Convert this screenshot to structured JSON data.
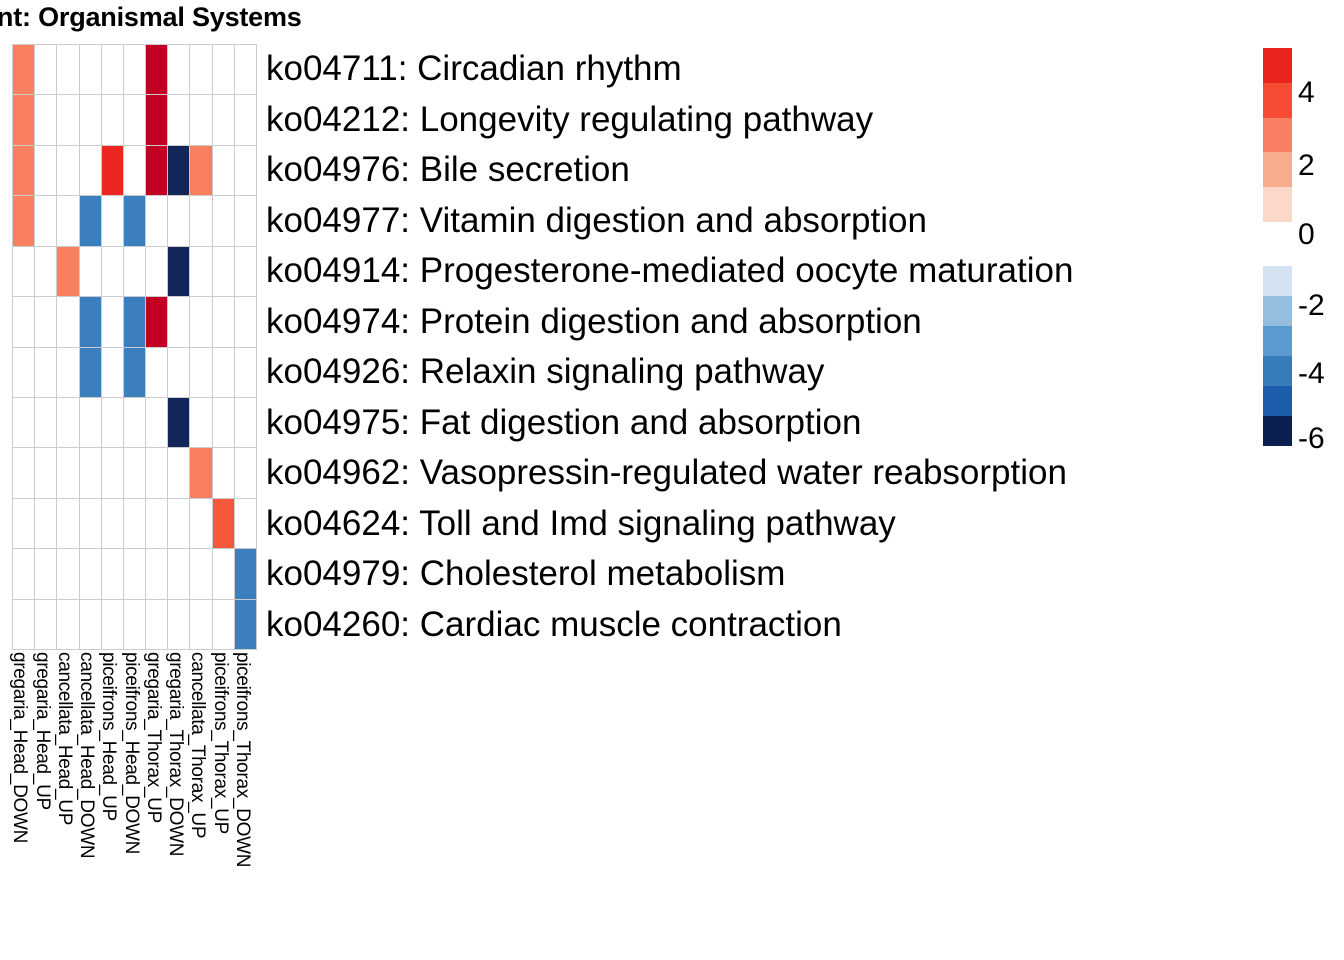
{
  "chart_data": {
    "type": "heatmap",
    "title": "hment: Organismal Systems",
    "title_full_visible": "hment: Organismal Systems",
    "xlabel": "",
    "ylabel": "",
    "grid": true,
    "legend_position": "right",
    "colorbar": {
      "ticks": [
        "4",
        "2",
        "0",
        "-2",
        "-4",
        "-6"
      ],
      "tick_values": [
        4,
        2,
        0,
        -2,
        -4,
        -6
      ],
      "range": [
        -7,
        5
      ],
      "warm_colors": [
        "#e8241d",
        "#f74b33",
        "#f87f63",
        "#f9ab8e",
        "#fcd8cb"
      ],
      "cool_colors": [
        "#d5e2f2",
        "#93bedd",
        "#599bd0",
        "#377db9",
        "#1b5cab",
        "#0c1f51"
      ],
      "zero_color": "#ffffff"
    },
    "categories": [
      "gregaria_Head_DOWN",
      "gregaria_Head_UP",
      "cancellata_Head_UP",
      "cancellata_Head_DOWN",
      "piceifrons_Head_UP",
      "piceifrons_Head_DOWN",
      "gregaria_Thorax_UP",
      "gregaria_Thorax_DOWN",
      "cancellata_Thorax_UP",
      "piceifrons_Thorax_UP",
      "piceifrons_Thorax_DOWN"
    ],
    "rows": [
      "ko04711: Circadian rhythm",
      "ko04212: Longevity regulating pathway",
      "ko04976: Bile secretion",
      "ko04977: Vitamin digestion and absorption",
      "ko04914: Progesterone-mediated oocyte maturation",
      "ko04974: Protein digestion and absorption",
      "ko04926: Relaxin signaling pathway",
      "ko04975: Fat digestion and absorption",
      "ko04962: Vasopressin-regulated water reabsorption",
      "ko04624: Toll and Imd signaling pathway",
      "ko04979: Cholesterol metabolism",
      "ko04260: Cardiac muscle contraction"
    ],
    "values": [
      [
        2.6,
        0,
        0,
        0,
        0,
        0,
        5.2,
        0,
        0,
        0,
        0
      ],
      [
        2.6,
        0,
        0,
        0,
        0,
        0,
        5.2,
        0,
        0,
        0,
        0
      ],
      [
        2.6,
        0,
        0,
        0,
        4.4,
        0,
        5.2,
        -6.6,
        2.6,
        0,
        0
      ],
      [
        2.6,
        0,
        0,
        -4.0,
        0,
        -4.0,
        0,
        0,
        0,
        0,
        0
      ],
      [
        0,
        0,
        2.6,
        0,
        0,
        0,
        0,
        -6.6,
        0,
        0,
        0
      ],
      [
        0,
        0,
        0,
        -4.0,
        0,
        -4.0,
        5.2,
        0,
        0,
        0,
        0
      ],
      [
        0,
        0,
        0,
        -4.0,
        0,
        -4.0,
        0,
        0,
        0,
        0,
        0
      ],
      [
        0,
        0,
        0,
        0,
        0,
        0,
        0,
        -6.6,
        0,
        0,
        0
      ],
      [
        0,
        0,
        0,
        0,
        0,
        0,
        0,
        0,
        2.6,
        0,
        0
      ],
      [
        0,
        0,
        0,
        0,
        0,
        0,
        0,
        0,
        0,
        4.0,
        0
      ],
      [
        0,
        0,
        0,
        0,
        0,
        0,
        0,
        0,
        0,
        0,
        -4.0
      ],
      [
        0,
        0,
        0,
        0,
        0,
        0,
        0,
        0,
        0,
        0,
        -4.0
      ]
    ],
    "cell_colors": [
      [
        "#f8805f",
        "",
        "",
        "",
        "",
        "",
        "#c20022",
        "",
        "",
        "",
        ""
      ],
      [
        "#f8805f",
        "",
        "",
        "",
        "",
        "",
        "#c20022",
        "",
        "",
        "",
        ""
      ],
      [
        "#f8805f",
        "",
        "",
        "",
        "#ee2622",
        "",
        "#c20022",
        "#12265a",
        "#f8805f",
        "",
        ""
      ],
      [
        "#f8805f",
        "",
        "",
        "#3b7fbe",
        "",
        "#3b7fbe",
        "",
        "",
        "",
        "",
        ""
      ],
      [
        "",
        "",
        "#f8805f",
        "",
        "",
        "",
        "",
        "#12265a",
        "",
        "",
        ""
      ],
      [
        "",
        "",
        "",
        "#3b7fbe",
        "",
        "#3b7fbe",
        "#c20022",
        "",
        "",
        "",
        ""
      ],
      [
        "",
        "",
        "",
        "#3b7fbe",
        "",
        "#3b7fbe",
        "",
        "",
        "",
        "",
        ""
      ],
      [
        "",
        "",
        "",
        "",
        "",
        "",
        "",
        "#12265a",
        "",
        "",
        ""
      ],
      [
        "",
        "",
        "",
        "",
        "",
        "",
        "",
        "",
        "#f8805f",
        "",
        ""
      ],
      [
        "",
        "",
        "",
        "",
        "",
        "",
        "",
        "",
        "",
        "#f4573a",
        ""
      ],
      [
        "",
        "",
        "",
        "",
        "",
        "",
        "",
        "",
        "",
        "",
        "#3b7fbe"
      ],
      [
        "",
        "",
        "",
        "",
        "",
        "",
        "",
        "",
        "",
        "",
        "#3b7fbe"
      ]
    ]
  }
}
